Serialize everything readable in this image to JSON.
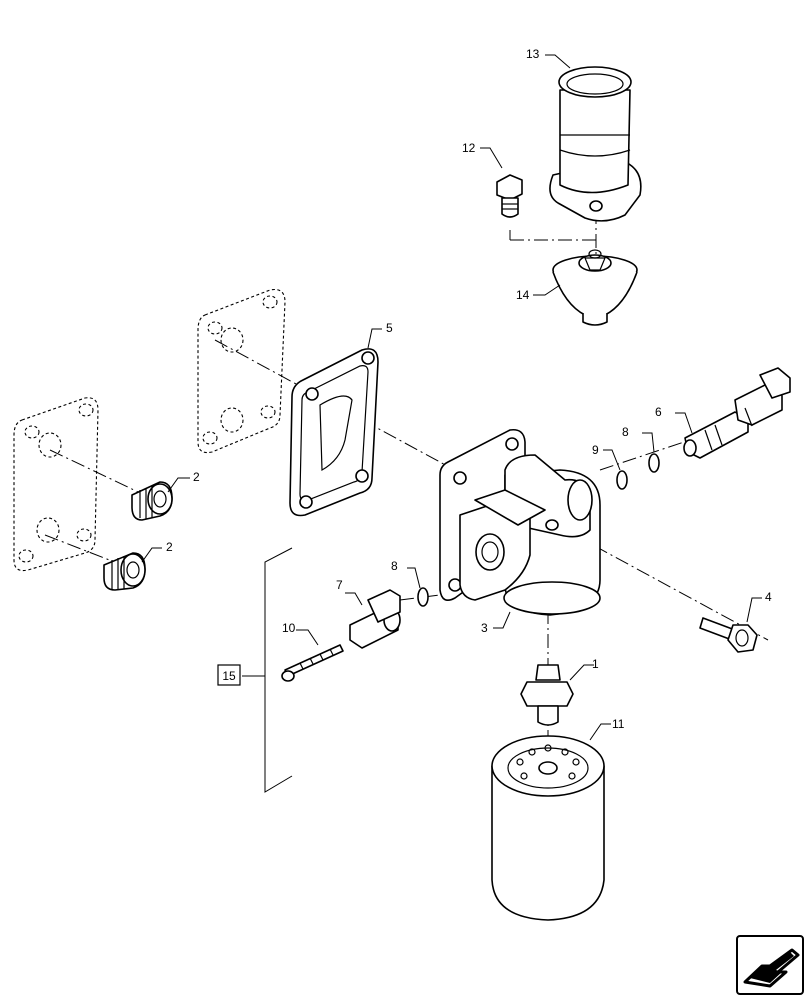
{
  "callouts": {
    "c1": "1",
    "c2a": "2",
    "c2b": "2",
    "c3": "3",
    "c4": "4",
    "c5": "5",
    "c6": "6",
    "c7": "7",
    "c8a": "8",
    "c8b": "8",
    "c9": "9",
    "c10": "10",
    "c11": "11",
    "c12": "12",
    "c13": "13",
    "c14": "14"
  },
  "reference_box": {
    "label": "15"
  },
  "nav_icon": "navigate-arrow-icon"
}
